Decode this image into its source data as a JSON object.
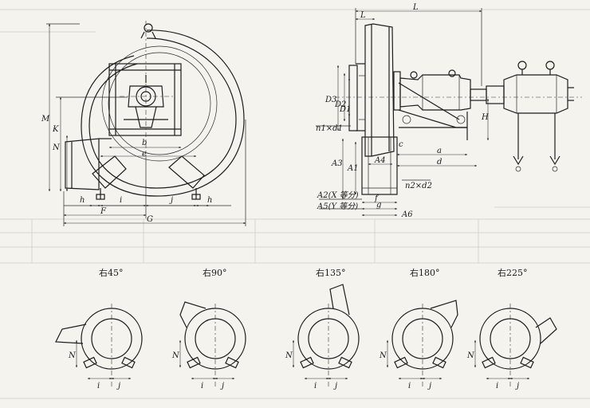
{
  "front_view": {
    "labels": {
      "M": "M",
      "K": "K",
      "N": "N",
      "b": "b",
      "e": "e",
      "h_left": "h",
      "i": "i",
      "j": "j",
      "h_right": "h",
      "F": "F",
      "G": "G"
    }
  },
  "side_view": {
    "labels": {
      "L": "L",
      "l": "L",
      "D3": "D3",
      "D2": "D2",
      "D1": "D1",
      "n1d1": "n1×d1",
      "A3": "A3",
      "A1": "A1",
      "A4": "A4",
      "a": "a",
      "c": "c",
      "d": "d",
      "H": "H",
      "n2d2": "n2×d2",
      "A2": "A2(X 等分)",
      "A5": "A5(Y 等分)",
      "f": "f",
      "g": "g",
      "A6": "A6"
    }
  },
  "orientations": [
    {
      "caption": "右45°",
      "N": "N",
      "i": "i",
      "j": "j"
    },
    {
      "caption": "右90°",
      "N": "N",
      "i": "i",
      "j": "j"
    },
    {
      "caption": "右135°",
      "N": "N",
      "i": "i",
      "j": "j"
    },
    {
      "caption": "右180°",
      "N": "N",
      "i": "i",
      "j": "j"
    },
    {
      "caption": "右225°",
      "N": "N",
      "i": "i",
      "j": "j"
    }
  ]
}
